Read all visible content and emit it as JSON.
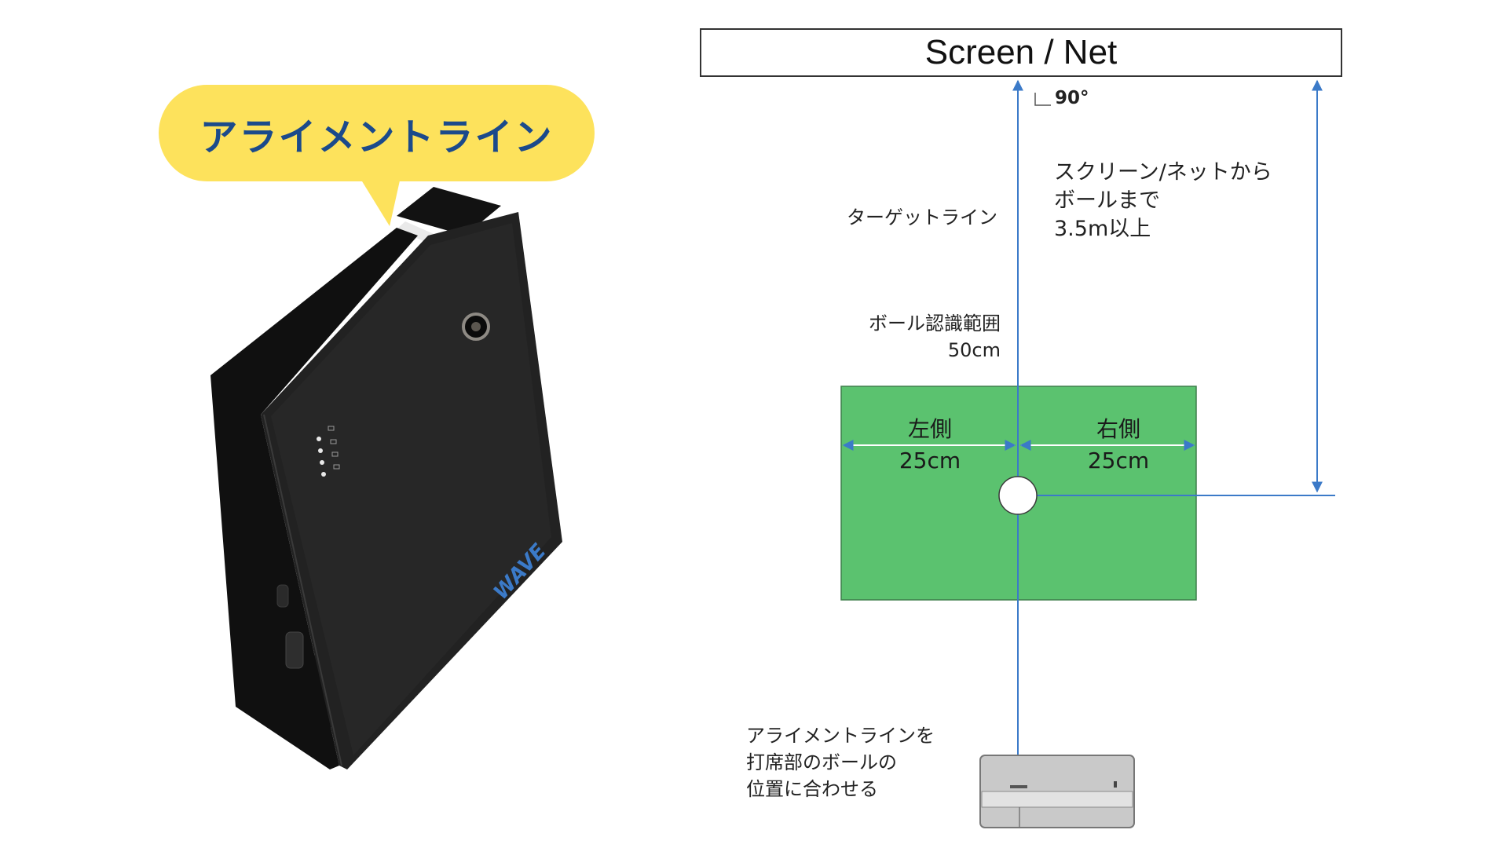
{
  "callout": {
    "text": "アライメントライン"
  },
  "screen": {
    "label": "Screen / Net"
  },
  "angle": {
    "label": "90°"
  },
  "labels": {
    "target_line": "ターゲットライン",
    "distance": [
      "スクリーン/ネットから",
      "ボールまで",
      "3.5m以上"
    ],
    "recognition": [
      "ボール認識範囲",
      "50cm"
    ],
    "left_zone": [
      "左側",
      "25cm"
    ],
    "right_zone": [
      "右側",
      "25cm"
    ],
    "instruction": [
      "アライメントラインを",
      "打席部のボールの",
      "位置に合わせる"
    ]
  },
  "colors": {
    "callout_bg": "#fde25c",
    "callout_text": "#1b4a8b",
    "zone_green": "#5bc26f",
    "arrow_blue": "#3b7ac8",
    "device_body": "#1c1c1c"
  },
  "device": {
    "logo_text": "WAVE"
  }
}
